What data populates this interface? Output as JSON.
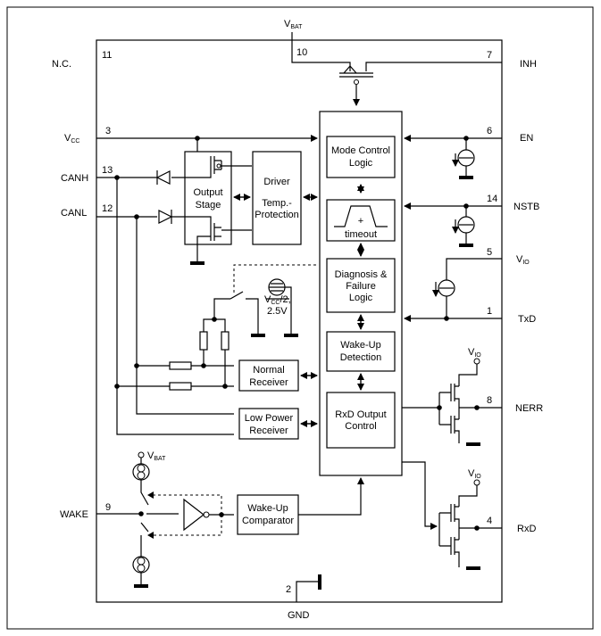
{
  "pins": {
    "vbat": {
      "main": "V",
      "sub": "BAT",
      "number": "10"
    },
    "nc": {
      "label": "N.C.",
      "number": "11"
    },
    "inh": {
      "label": "INH",
      "number": "7"
    },
    "vcc": {
      "main": "V",
      "sub": "CC",
      "number": "3"
    },
    "en": {
      "label": "EN",
      "number": "6"
    },
    "canh": {
      "label": "CANH",
      "number": "13"
    },
    "canl": {
      "label": "CANL",
      "number": "12"
    },
    "nstb": {
      "label": "NSTB",
      "number": "14"
    },
    "vio": {
      "main": "V",
      "sub": "IO",
      "number": "5"
    },
    "txd": {
      "label": "TxD",
      "number": "1"
    },
    "nerr": {
      "label": "NERR",
      "number": "8"
    },
    "wake": {
      "label": "WAKE",
      "number": "9"
    },
    "rxd": {
      "label": "RxD",
      "number": "4"
    },
    "gnd": {
      "label": "GND",
      "number": "2"
    }
  },
  "blocks": {
    "mode_control": [
      "Mode Control",
      "Logic"
    ],
    "timeout": {
      "symbol": "+",
      "label": "timeout"
    },
    "diagnosis": [
      "Diagnosis &",
      "Failure",
      "Logic"
    ],
    "wakeup_detection": [
      "Wake-Up",
      "Detection"
    ],
    "rxd_output": [
      "RxD Output",
      "Control"
    ],
    "output_stage": [
      "Output",
      "Stage"
    ],
    "driver": [
      "Driver",
      "Temp.-",
      "Protection"
    ],
    "normal_receiver": [
      "Normal",
      "Receiver"
    ],
    "low_power_receiver": [
      "Low Power",
      "Receiver"
    ],
    "wakeup_comparator": [
      "Wake-Up",
      "Comparator"
    ]
  },
  "reference": {
    "line1_main": "V",
    "line1_sub": "CC",
    "line1_rest": "/2,",
    "line2": "2.5V"
  },
  "supply_labels": {
    "vio_nerr": {
      "main": "V",
      "sub": "IO"
    },
    "vio_rxd": {
      "main": "V",
      "sub": "IO"
    },
    "vbat_wake": {
      "main": "V",
      "sub": "BAT"
    }
  }
}
